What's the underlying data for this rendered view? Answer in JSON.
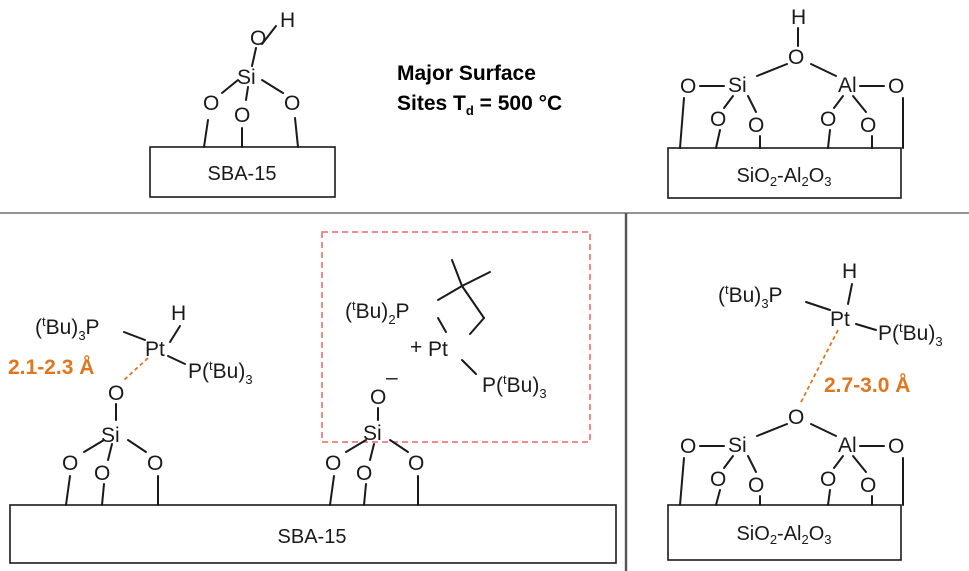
{
  "heading": {
    "line1": "Major Surface",
    "line2_prefix": "Sites T",
    "line2_sub": "d",
    "line2_suffix": " = 500 °C"
  },
  "atoms": {
    "O": "O",
    "H": "H",
    "Si": "Si",
    "Al": "Al",
    "Pt": "Pt",
    "P": "P",
    "neg": "–",
    "plus": "+"
  },
  "supports": {
    "sba": "SBA-15",
    "sio2_al2o3": {
      "a": "SiO",
      "a_sub": "2",
      "b": "-Al",
      "b_sub": "2",
      "c": "O",
      "c_sub": "3"
    }
  },
  "ligands": {
    "paren_open": "(",
    "t": "t",
    "bu": "Bu)",
    "sub3": "3",
    "sub2": "2"
  },
  "distances": {
    "sba": "2.1-2.3 Å",
    "silica_alumina": "2.7-3.0 Å"
  },
  "colors": {
    "distance": "#e0761f",
    "highlight_box": "#f07b7b"
  }
}
